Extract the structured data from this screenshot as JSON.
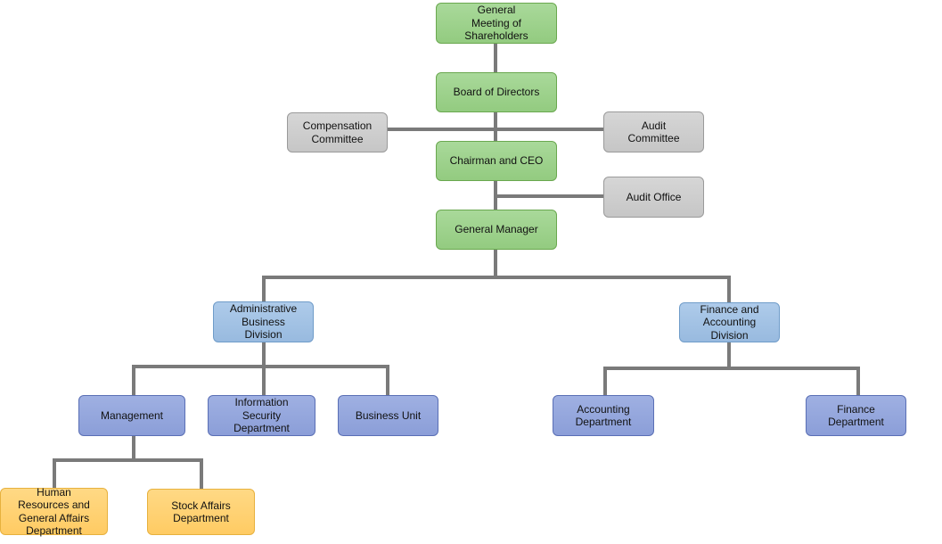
{
  "nodes": {
    "shareholders": "General\nMeeting of\nShareholders",
    "board": "Board of Directors",
    "compensation": "Compensation\nCommittee",
    "audit_committee": "Audit\nCommittee",
    "ceo": "Chairman and CEO",
    "audit_office": "Audit Office",
    "general_manager": "General Manager",
    "admin_division": "Administrative\nBusiness\nDivision",
    "finance_division": "Finance and\nAccounting\nDivision",
    "management": "Management",
    "info_security": "Information\nSecurity\nDepartment",
    "business_unit": "Business Unit",
    "accounting_dept": "Accounting\nDepartment",
    "finance_dept": "Finance\nDepartment",
    "hr": "Human\nResources and\nGeneral Affairs\nDepartment",
    "stock_affairs": "Stock Affairs\nDepartment"
  },
  "colors": {
    "executive": "#93cb80",
    "committee": "#c6c6c6",
    "division": "#98badf",
    "department": "#8b9ed8",
    "sub_department": "#ffcb63",
    "connector": "#7a7a7a"
  }
}
